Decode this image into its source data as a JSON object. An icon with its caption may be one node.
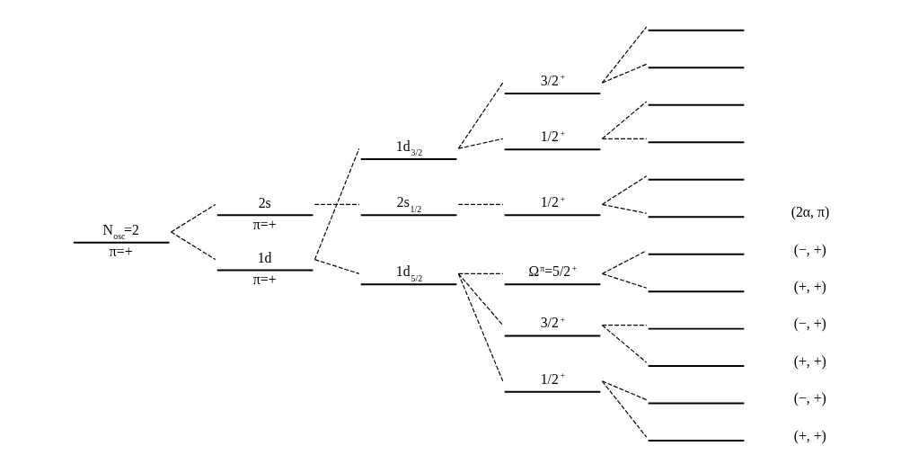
{
  "diagram": {
    "nodes": [
      {
        "text": [
          "N$_{osc}$=2",
          "π=+"
        ]
      },
      {
        "text": [
          "2s",
          "π=+"
        ]
      },
      {
        "text": [
          "1d",
          "π=+"
        ]
      },
      {
        "text": [
          "1d$_{3/2}$"
        ]
      },
      {
        "text": [
          "2s$_{1/2}$"
        ]
      },
      {
        "text": [
          "1d$_{5/2}$"
        ]
      },
      {
        "text": [
          "3/2$^{+}$"
        ]
      },
      {
        "text": [
          "1/2$^{+}$"
        ]
      },
      {
        "text": [
          "1/2$^{+}$"
        ]
      },
      {
        "text": [
          "Ω$^{π}$=5/2$^{+}$"
        ]
      },
      {
        "text": [
          "3/2$^{+}$"
        ]
      },
      {
        "text": [
          "1/2$^{+}$"
        ]
      },
      {
        "text": [],
        "shape": "bar"
      },
      {
        "text": [],
        "shape": "bar"
      },
      {
        "text": [],
        "shape": "bar"
      },
      {
        "text": [],
        "shape": "bar"
      },
      {
        "text": [],
        "shape": "bar"
      },
      {
        "text": [],
        "shape": "bar"
      },
      {
        "text": [],
        "shape": "bar",
        "beside": [
          "(−, +)"
        ]
      },
      {
        "text": [],
        "shape": "bar",
        "beside": [
          "(+, +)"
        ]
      },
      {
        "text": [],
        "shape": "bar",
        "beside": [
          "(−, +)"
        ]
      },
      {
        "text": [],
        "shape": "bar",
        "beside": [
          "(+, +)"
        ]
      },
      {
        "text": [],
        "shape": "bar",
        "beside": [
          "(−, +)"
        ]
      },
      {
        "text": [],
        "shape": "bar",
        "beside": [
          "(+, +)"
        ]
      }
    ],
    "edges": [
      {
        "from": 0,
        "to": 1,
        "arrow": "none",
        "style": "dashed"
      },
      {
        "from": 0,
        "to": 2,
        "arrow": "none",
        "style": "dashed"
      },
      {
        "from": 2,
        "to": 3,
        "arrow": "none",
        "style": "dashed"
      },
      {
        "from": 1,
        "to": 4,
        "arrow": "none",
        "style": "dashed"
      },
      {
        "from": 2,
        "to": 5,
        "arrow": "none",
        "style": "dashed"
      },
      {
        "from": 3,
        "to": 6,
        "arrow": "none",
        "style": "dashed"
      },
      {
        "from": 3,
        "to": 7,
        "arrow": "none",
        "style": "dashed"
      },
      {
        "from": 4,
        "to": 8,
        "arrow": "none",
        "style": "dashed"
      },
      {
        "from": 5,
        "to": 9,
        "arrow": "none",
        "style": "dashed"
      },
      {
        "from": 5,
        "to": 10,
        "arrow": "none",
        "style": "dashed"
      },
      {
        "from": 5,
        "to": 11,
        "arrow": "none",
        "style": "dashed"
      },
      {
        "from": 6,
        "to": 12,
        "arrow": "none",
        "style": "dashed"
      },
      {
        "from": 6,
        "to": 13,
        "arrow": "none",
        "style": "dashed"
      },
      {
        "from": 7,
        "to": 14,
        "arrow": "none",
        "style": "dashed"
      },
      {
        "from": 7,
        "to": 15,
        "arrow": "none",
        "style": "dashed"
      },
      {
        "from": 8,
        "to": 16,
        "arrow": "none",
        "style": "dashed"
      },
      {
        "from": 8,
        "to": 17,
        "arrow": "none",
        "style": "dashed"
      },
      {
        "from": 9,
        "to": 18,
        "arrow": "none",
        "style": "dashed"
      },
      {
        "from": 9,
        "to": 19,
        "arrow": "none",
        "style": "dashed"
      },
      {
        "from": 10,
        "to": 20,
        "arrow": "none",
        "style": "dashed"
      },
      {
        "from": 10,
        "to": 21,
        "arrow": "none",
        "style": "dashed"
      },
      {
        "from": 11,
        "to": 22,
        "arrow": "none",
        "style": "dashed"
      },
      {
        "from": 11,
        "to": 23,
        "arrow": "none",
        "style": "dashed"
      }
    ],
    "labels": [
      "(2α, π)"
    ]
  }
}
